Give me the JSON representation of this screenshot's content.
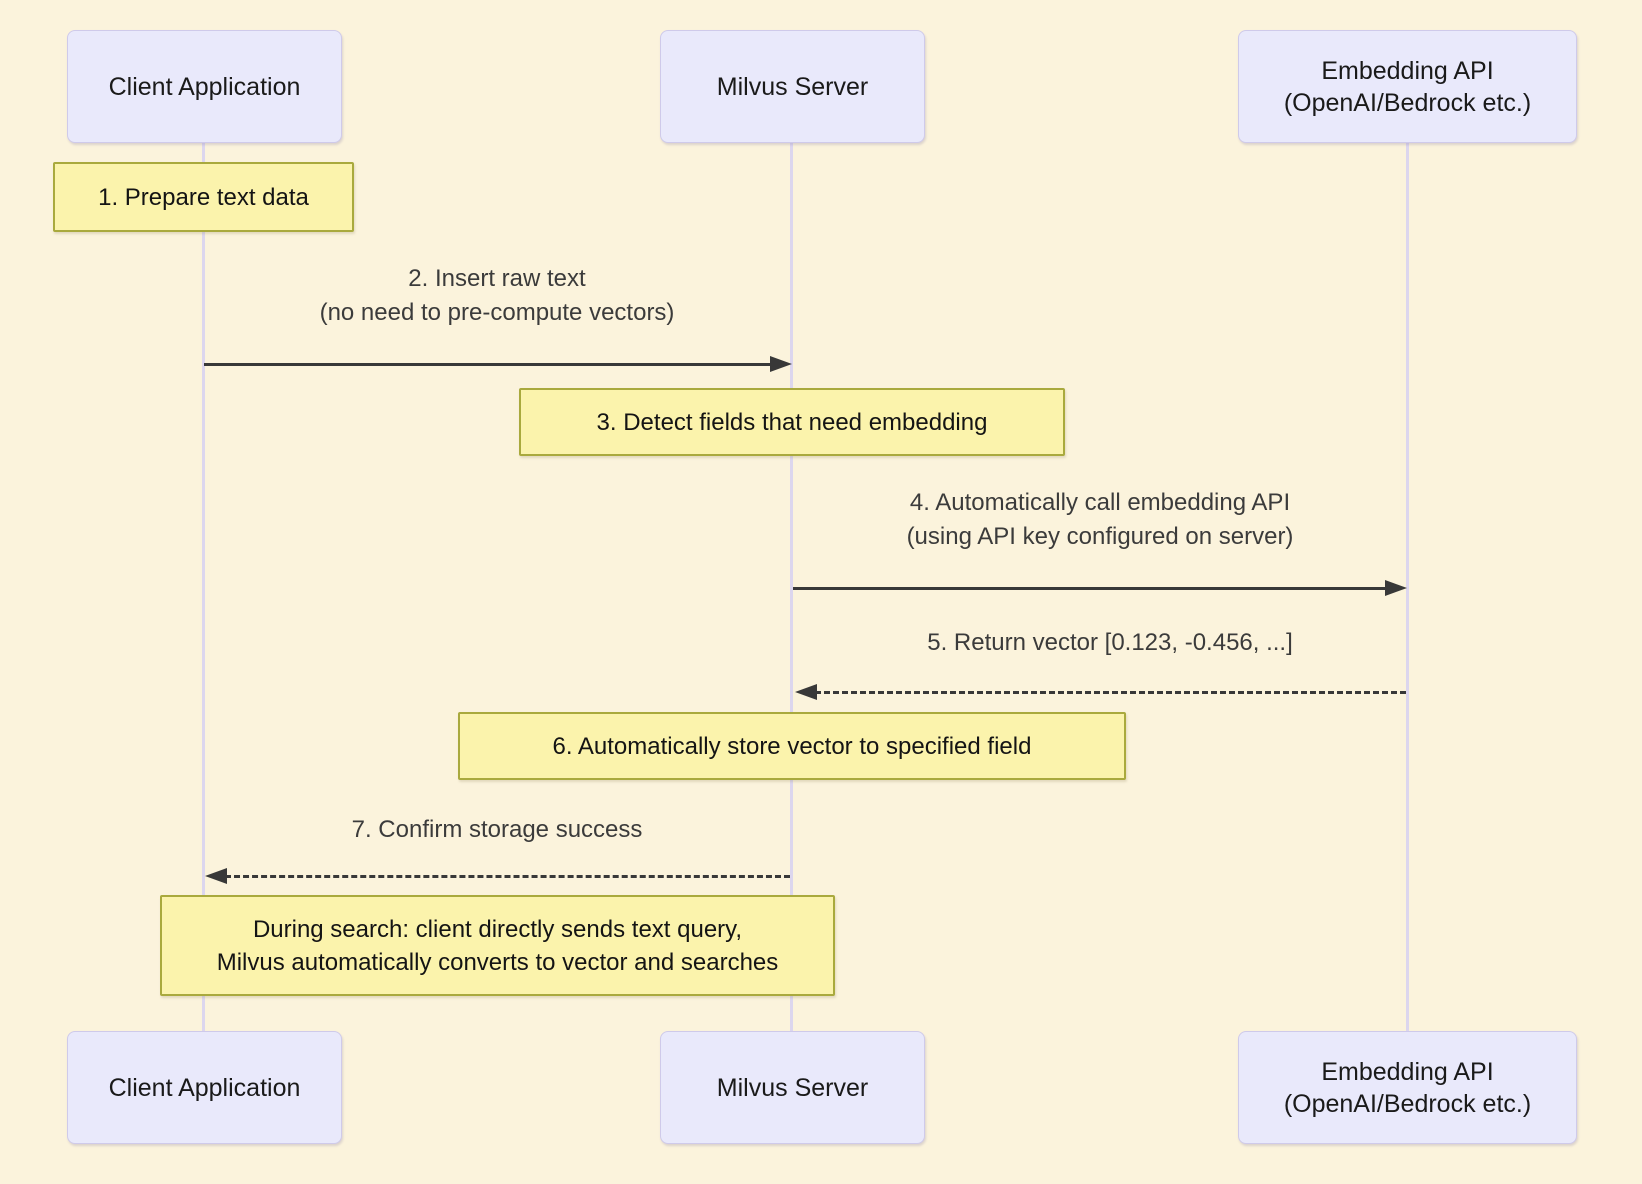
{
  "diagram_type": "sequence",
  "colors": {
    "background": "#FBF3DC",
    "actor_fill": "#E9E9FB",
    "actor_border": "#CFCAEA",
    "note_fill": "#FBF3AC",
    "note_border": "#A9A93D",
    "lifeline": "#DCD6EE",
    "arrow": "#383838",
    "message_text": "#3b3b3b"
  },
  "actors": {
    "client": {
      "label": "Client Application"
    },
    "milvus": {
      "label": "Milvus Server"
    },
    "embedding": {
      "line1": "Embedding API",
      "line2": "(OpenAI/Bedrock etc.)"
    }
  },
  "notes": {
    "prepare": "1. Prepare text data",
    "detect": "3. Detect fields that need embedding",
    "store": "6. Automatically store vector to specified field",
    "search_line1": "During search: client directly sends text query,",
    "search_line2": "Milvus automatically converts to vector and searches"
  },
  "messages": {
    "insert": {
      "line1": "2. Insert raw text",
      "line2": "(no need to pre-compute vectors)",
      "from": "Client Application",
      "to": "Milvus Server",
      "line_style": "solid"
    },
    "call_api": {
      "line1": "4. Automatically call embedding API",
      "line2": "(using API key configured on server)",
      "from": "Milvus Server",
      "to": "Embedding API (OpenAI/Bedrock etc.)",
      "line_style": "solid"
    },
    "return_vector": {
      "text": "5. Return vector [0.123, -0.456, ...]",
      "from": "Embedding API (OpenAI/Bedrock etc.)",
      "to": "Milvus Server",
      "line_style": "dashed"
    },
    "confirm": {
      "text": "7. Confirm storage success",
      "from": "Milvus Server",
      "to": "Client Application",
      "line_style": "dashed"
    }
  }
}
